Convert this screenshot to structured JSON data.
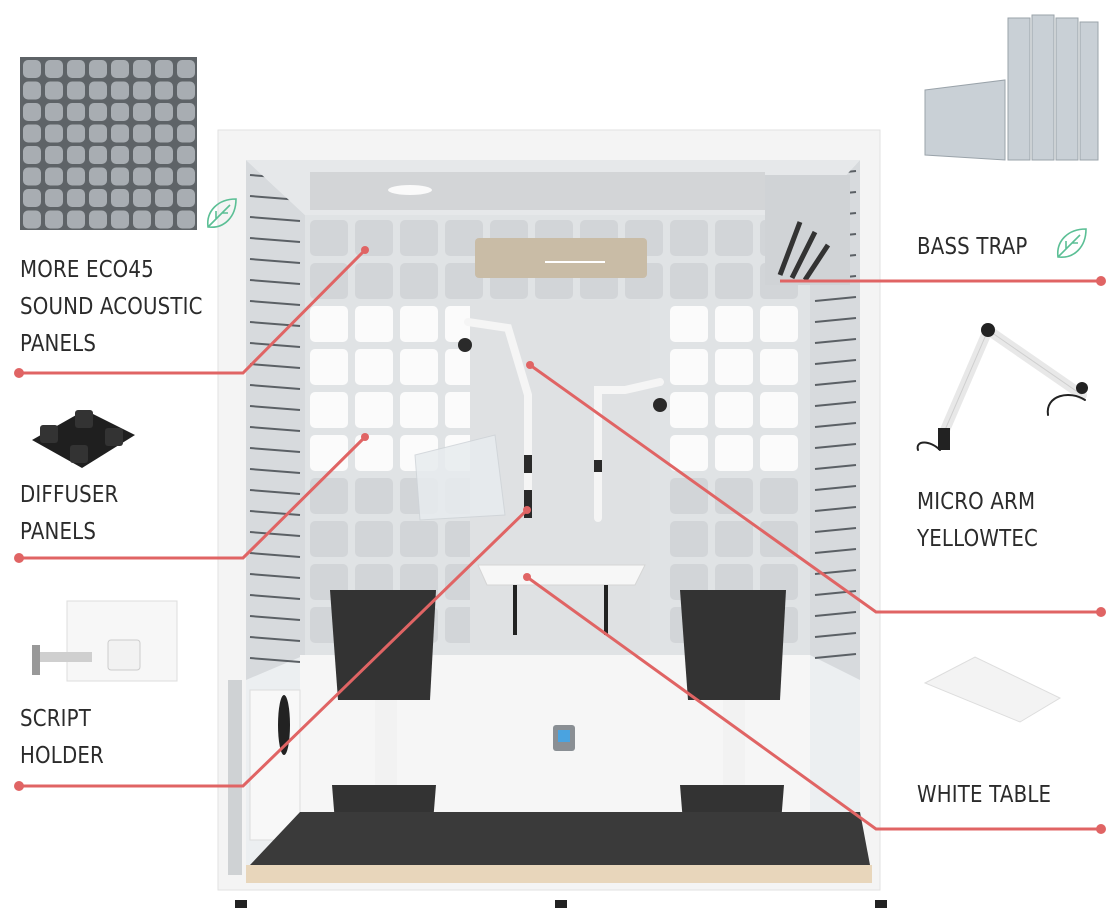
{
  "callouts": [
    {
      "id": "eco45",
      "lines": [
        "MORE ECO45",
        "SOUND ACOUSTIC",
        "PANELS"
      ],
      "eco_icon": "leaf-icon"
    },
    {
      "id": "diffuser",
      "lines": [
        "DIFFUSER",
        "PANELS"
      ]
    },
    {
      "id": "script-holder",
      "lines": [
        "SCRIPT",
        "HOLDER"
      ]
    },
    {
      "id": "bass-trap",
      "lines": [
        "BASS TRAP"
      ],
      "eco_icon": "leaf-icon"
    },
    {
      "id": "micro-arm",
      "lines": [
        "MICRO ARM",
        "YELLOWTEC"
      ]
    },
    {
      "id": "white-table",
      "lines": [
        "WHITE TABLE"
      ]
    }
  ],
  "colors": {
    "callout_line": "#e06464",
    "leaf": "#5bbf95",
    "text": "#2b2b2b",
    "felt": "#d9dde0",
    "seat": "#333333",
    "floor": "#3a3a3a"
  }
}
